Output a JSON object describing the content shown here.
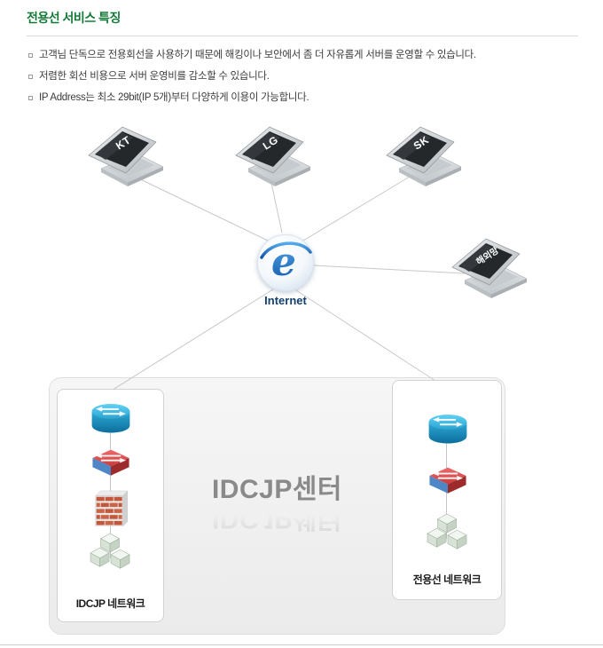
{
  "header": {
    "title": "전용선 서비스 특징",
    "bullets": [
      "고객님 단독으로 전용회선을 사용하기 때문에 해킹이나 보안에서 좀 더 자유롭게 서버를 운영할 수 있습니다.",
      "저렴한 회선 비용으로 서버 운영비를 감소할 수 있습니다.",
      "IP Address는 최소 29bit(IP 5개)부터 다양하게 이용이 가능합니다."
    ]
  },
  "diagram": {
    "laptops": [
      {
        "id": "kt",
        "label": "KT"
      },
      {
        "id": "lg",
        "label": "LG"
      },
      {
        "id": "sk",
        "label": "SK"
      },
      {
        "id": "overseas",
        "label": "해외망"
      }
    ],
    "internet": {
      "label": "Internet",
      "icon_letter": "e"
    },
    "center_box": {
      "title": "IDCJP센터"
    },
    "left_network_label": "IDCJP 네트워크",
    "right_network_label": "전용선 네트워크",
    "icons": {
      "laptop": "laptop-icon",
      "internet": "internet-explorer-globe-icon",
      "router": "router-icon",
      "switch": "switch-icon",
      "firewall": "firewall-brick-icon",
      "server": "server-stack-icon"
    }
  },
  "colors": {
    "title_green": "#157a38",
    "connector_gray": "#c8c8c8",
    "center_title_gray": "#8a8a8a",
    "internet_label_navy": "#14406e",
    "box_background": "#f0f0f0",
    "router_cyan": "#2aa3d2",
    "switch_red": "#d94b4b",
    "firewall_brick": "#c2573b"
  }
}
